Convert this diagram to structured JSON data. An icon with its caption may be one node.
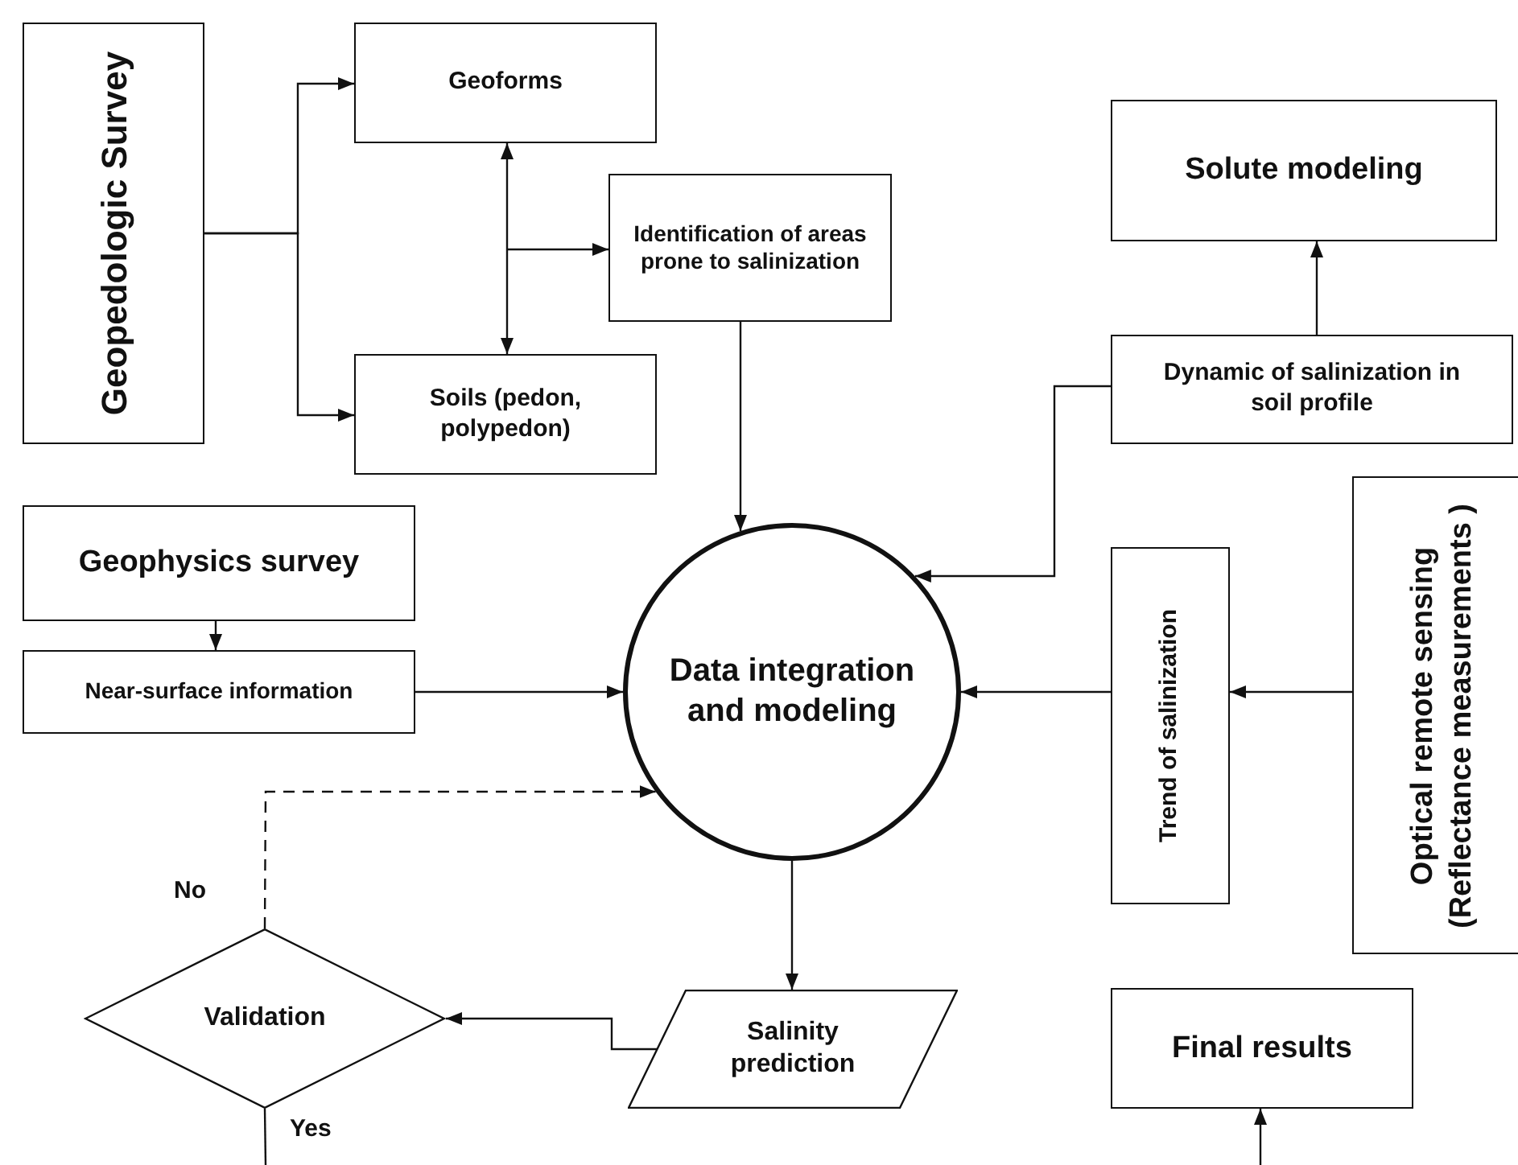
{
  "diagram": {
    "nodes": [
      {
        "text": [
          "Geopedologic Survey"
        ]
      },
      {
        "text": [
          "Geoforms"
        ]
      },
      {
        "text": [
          "Soils (pedon, polypedon)"
        ]
      },
      {
        "text": [
          "Identification of areas prone to salinization"
        ]
      },
      {
        "text": [
          "Solute modeling"
        ]
      },
      {
        "text": [
          "Dynamic of salinization in soil profile"
        ]
      },
      {
        "text": [
          "Geophysics survey"
        ]
      },
      {
        "text": [
          "Near-surface information"
        ]
      },
      {
        "text": [
          "Data integration and modeling"
        ]
      },
      {
        "text": [
          "Trend of salinization"
        ]
      },
      {
        "text": [
          "Optical remote sensing (Reflectance measurements )"
        ]
      },
      {
        "text": [
          "Validation"
        ]
      },
      {
        "text": [
          "Salinity prediction"
        ]
      },
      {
        "text": [
          "Final results"
        ]
      }
    ],
    "edges": [
      {
        "from": 0,
        "to": 1,
        "arrow": "to"
      },
      {
        "from": 0,
        "to": 2,
        "arrow": "to"
      },
      {
        "from": 1,
        "to": 2,
        "arrow": "both"
      },
      {
        "from": null,
        "to": 3,
        "arrow": "to"
      },
      {
        "from": 3,
        "to": 8,
        "arrow": "to"
      },
      {
        "from": 5,
        "to": 4,
        "arrow": "to"
      },
      {
        "from": 5,
        "to": 8,
        "arrow": "to"
      },
      {
        "from": 6,
        "to": 7,
        "arrow": "to"
      },
      {
        "from": 7,
        "to": 8,
        "arrow": "to"
      },
      {
        "from": 9,
        "to": 8,
        "arrow": "to"
      },
      {
        "from": 10,
        "to": 9,
        "arrow": "to"
      },
      {
        "from": 8,
        "to": 12,
        "arrow": "to"
      },
      {
        "from": 12,
        "to": 11,
        "arrow": "to"
      },
      {
        "from": 11,
        "to": 8,
        "arrow": "to",
        "label": "No",
        "style": "dashed"
      },
      {
        "from": 11,
        "to": null,
        "arrow": "none",
        "label": "Yes"
      },
      {
        "from": null,
        "to": 13,
        "arrow": "to"
      }
    ]
  }
}
